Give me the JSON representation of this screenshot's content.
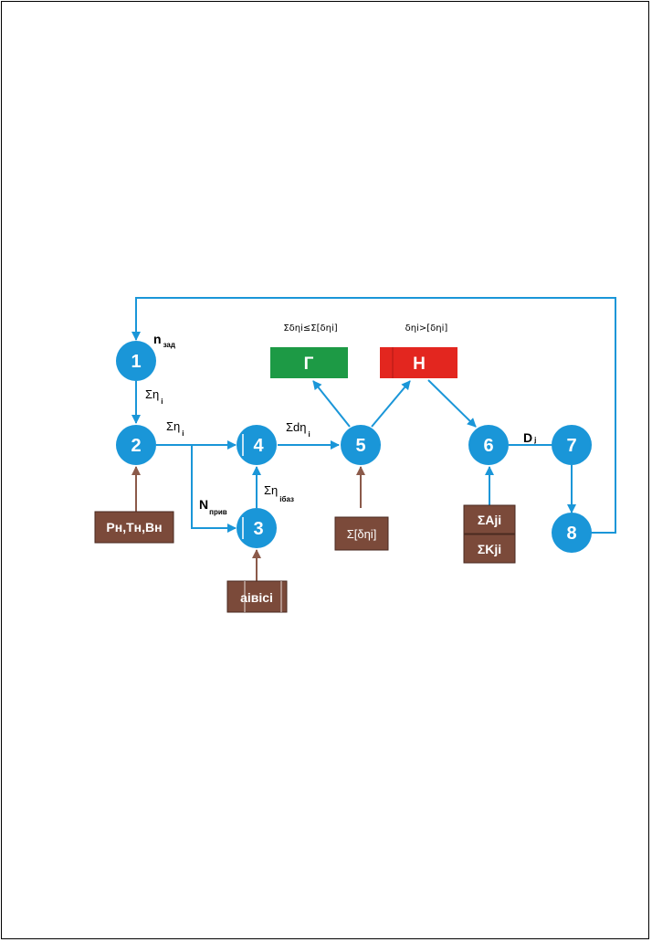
{
  "colors": {
    "node": "#1a96d8",
    "edge": "#1a96d8",
    "input_box": "#7b4a3a",
    "input_arrow": "#8b5a4a",
    "output_good": "#1d9a45",
    "output_bad": "#e3261f"
  },
  "nodes": [
    "1",
    "2",
    "3",
    "4",
    "5",
    "6",
    "7",
    "8"
  ],
  "edge_labels": {
    "n_main": "n",
    "n_sub": "зад",
    "sum_eta_1": "Ση",
    "sum_eta_1_sub": "i",
    "sum_eta_2": "Ση",
    "sum_eta_2_sub": "i",
    "sum_d_eta": "Σdη",
    "sum_d_eta_sub": "i",
    "sum_eta_base": "Ση",
    "sum_eta_base_sub": "iбаз",
    "n_priv_main": "N",
    "n_priv_sub": "прив",
    "d_main": "D",
    "d_sub": "j"
  },
  "outputs": {
    "good_label": "Г",
    "good_condition": "Σδηi≤Σ[δηi]",
    "bad_label": "Н",
    "bad_condition": "δηi>[δηi]"
  },
  "inputs": {
    "node2": "Рн,Тн,Вн",
    "node3": "aiвici",
    "node5": "Σ[δηi]",
    "node6_top": "ΣAji",
    "node6_bottom": "ΣKji"
  }
}
